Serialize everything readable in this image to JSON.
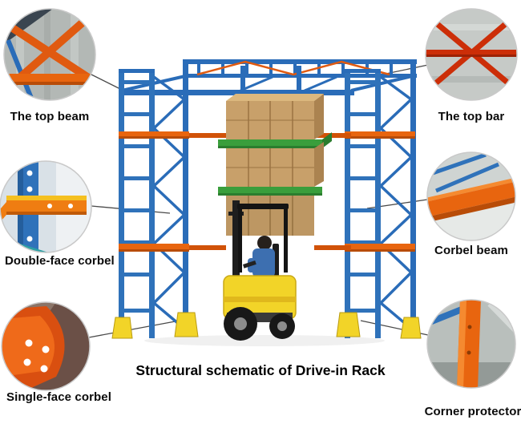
{
  "title": "Structural schematic of Drive-in Rack",
  "callouts": {
    "top_beam": {
      "label": "The top beam",
      "photo": "top-beam-crossbrace-photo"
    },
    "top_bar": {
      "label": "The top bar",
      "photo": "top-bar-crossbrace-photo"
    },
    "double_face_corbel": {
      "label": "Double-face corbel",
      "photo": "double-face-corbel-photo"
    },
    "corbel_beam": {
      "label": "Corbel beam",
      "photo": "corbel-beam-photo"
    },
    "single_face_corbel": {
      "label": "Single-face corbel",
      "photo": "single-face-corbel-photo"
    },
    "corner_protector": {
      "label": "Corner protector",
      "photo": "corner-protector-photo"
    }
  },
  "colors": {
    "frame_blue": "#2a6cb8",
    "beam_orange": "#e8650f",
    "brace_red": "#cc2e08",
    "carton_tan": "#c8a06a",
    "pallet_green": "#3a9e3c",
    "forklift_yellow": "#f2d428"
  }
}
